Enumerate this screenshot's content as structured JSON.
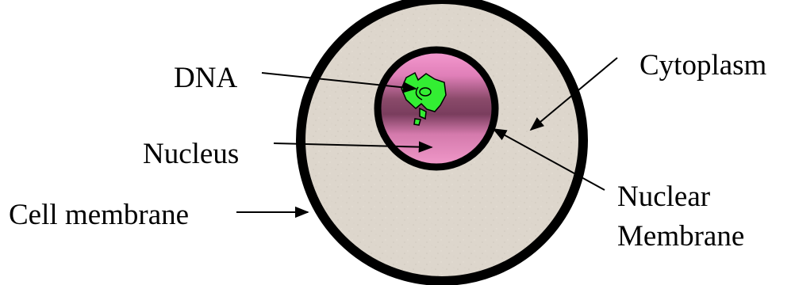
{
  "labels": {
    "dna": "DNA",
    "nucleus": "Nucleus",
    "cell_membrane": "Cell membrane",
    "cytoplasm": "Cytoplasm",
    "nuclear_membrane_line1": "Nuclear",
    "nuclear_membrane_line2": "Membrane"
  },
  "colors": {
    "cytoplasm": "#ddd6cc",
    "cell_membrane": "#000000",
    "nucleus_pink": "#f08ac4",
    "nucleus_dark": "#7a3d5e",
    "dna": "#33ee33"
  }
}
